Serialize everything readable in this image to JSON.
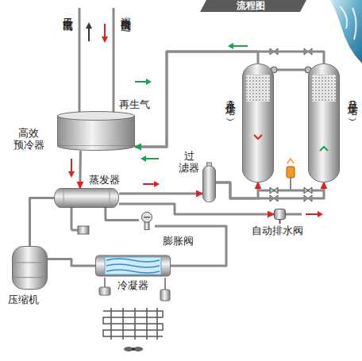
{
  "diagram": {
    "title": "流程图",
    "nodes": [
      {
        "text": [
          "高效 预冷器"
        ]
      },
      {
        "text": [
          "干燥塔（A）"
        ]
      },
      {
        "text": [
          "干燥塔（B）"
        ]
      },
      {
        "text": [
          "过 滤器"
        ]
      },
      {
        "text": [
          "蒸发器"
        ]
      },
      {
        "text": [
          "膨胀阀"
        ]
      },
      {
        "text": [
          "自动排水阀"
        ]
      },
      {
        "text": [
          "冷凝器"
        ]
      },
      {
        "text": [
          "压缩机"
        ]
      }
    ],
    "edges": [
      {
        "from": 0,
        "to": 4,
        "arrow": "to"
      },
      {
        "from": 1,
        "to": 0,
        "arrow": "to"
      },
      {
        "from": 2,
        "to": 0,
        "arrow": "to"
      },
      {
        "from": 3,
        "to": 1,
        "arrow": "to"
      },
      {
        "from": 3,
        "to": 2,
        "arrow": "to"
      },
      {
        "from": 4,
        "to": 3,
        "arrow": "to"
      },
      {
        "from": 4,
        "to": 6,
        "arrow": "to"
      },
      {
        "from": 8,
        "to": 7,
        "arrow": "none"
      },
      {
        "from": 7,
        "to": 5,
        "arrow": "none"
      },
      {
        "from": 5,
        "to": 4,
        "arrow": "none"
      },
      {
        "from": 4,
        "to": 8,
        "arrow": "none"
      }
    ],
    "labels": [
      "干燥空气出口",
      "湿热空气进口",
      "再生气"
    ]
  }
}
